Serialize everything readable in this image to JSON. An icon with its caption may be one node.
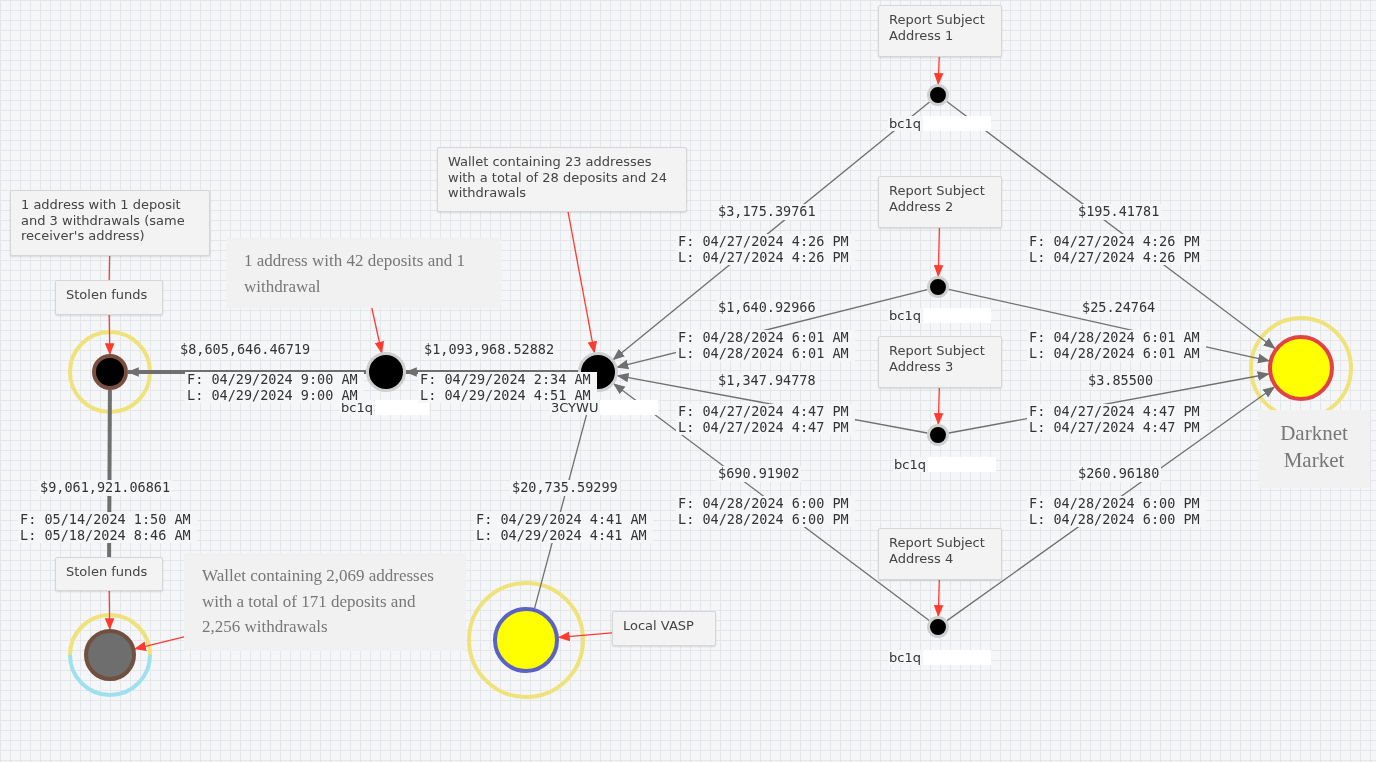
{
  "diagram": {
    "nodes": [
      {
        "text": [],
        "shape": "circle"
      },
      {
        "text": [],
        "shape": "circle",
        "beside": [
          "bc1q"
        ]
      },
      {
        "text": [],
        "shape": "circle",
        "beside": [
          "3CYWU"
        ]
      },
      {
        "text": [],
        "shape": "circle",
        "beside": [
          "bc1q"
        ]
      },
      {
        "text": [],
        "shape": "circle",
        "beside": [
          "bc1q"
        ]
      },
      {
        "text": [],
        "shape": "circle",
        "beside": [
          "bc1q"
        ]
      },
      {
        "text": [],
        "shape": "circle",
        "beside": [
          "bc1q"
        ]
      },
      {
        "text": [],
        "shape": "circle"
      },
      {
        "text": [],
        "shape": "circle"
      },
      {
        "text": [],
        "shape": "circle"
      },
      {
        "text": [
          "1 address with 1 deposit and 3 withdrawals (same receiver's address)"
        ]
      },
      {
        "text": [
          "Stolen funds"
        ]
      },
      {
        "text": [
          "1 address with 42 deposits and 1 withdrawal"
        ]
      },
      {
        "text": [
          "Wallet containing 23 addresses with a total of 28 deposits and 24 withdrawals"
        ]
      },
      {
        "text": [
          "Report Subject Address 1"
        ]
      },
      {
        "text": [
          "Report Subject Address 2"
        ]
      },
      {
        "text": [
          "Report Subject Address 3"
        ]
      },
      {
        "text": [
          "Report Subject Address 4"
        ]
      },
      {
        "text": [
          "Darknet Market"
        ]
      },
      {
        "text": [
          "Stolen funds"
        ]
      },
      {
        "text": [
          "Wallet containing 2,069 addresses with a total of 171 deposits and 2,256 withdrawals"
        ]
      },
      {
        "text": [
          "Local VASP"
        ]
      }
    ],
    "edges": [
      {
        "from": 1,
        "to": 0,
        "arrow": "to",
        "label": "$8,605,646.46719",
        "style": "thick"
      },
      {
        "from": 2,
        "to": 1,
        "arrow": "to",
        "label": "$1,093,968.52882",
        "style": "thick"
      },
      {
        "from": 3,
        "to": 2,
        "arrow": "to",
        "label": "$3,175.39761"
      },
      {
        "from": 4,
        "to": 2,
        "arrow": "to",
        "label": "$1,640.92966"
      },
      {
        "from": 5,
        "to": 2,
        "arrow": "to",
        "label": "$1,347.94778"
      },
      {
        "from": 6,
        "to": 2,
        "arrow": "to",
        "label": "$690.91902"
      },
      {
        "from": 3,
        "to": 7,
        "arrow": "to",
        "label": "$195.41781"
      },
      {
        "from": 4,
        "to": 7,
        "arrow": "to",
        "label": "$25.24764"
      },
      {
        "from": 5,
        "to": 7,
        "arrow": "to",
        "label": "$3.85500"
      },
      {
        "from": 6,
        "to": 7,
        "arrow": "to",
        "label": "$260.96180"
      },
      {
        "from": 9,
        "to": 2,
        "arrow": "to",
        "label": "$20,735.59299"
      },
      {
        "from": 0,
        "to": 19,
        "arrow": "none",
        "label": "$9,061,921.06861",
        "style": "thick"
      },
      {
        "from": 10,
        "to": 11,
        "arrow": "none",
        "color": "#ff3b30"
      },
      {
        "from": 11,
        "to": 0,
        "arrow": "to",
        "color": "#ff3b30"
      },
      {
        "from": 12,
        "to": 1,
        "arrow": "to",
        "color": "#ff3b30"
      },
      {
        "from": 13,
        "to": 2,
        "arrow": "to",
        "color": "#ff3b30"
      },
      {
        "from": 14,
        "to": 3,
        "arrow": "to",
        "color": "#ff3b30"
      },
      {
        "from": 15,
        "to": 4,
        "arrow": "to",
        "color": "#ff3b30"
      },
      {
        "from": 16,
        "to": 5,
        "arrow": "to",
        "color": "#ff3b30"
      },
      {
        "from": 17,
        "to": 6,
        "arrow": "to",
        "color": "#ff3b30"
      },
      {
        "from": 19,
        "to": 8,
        "arrow": "to",
        "color": "#ff3b30"
      },
      {
        "from": 20,
        "to": 8,
        "arrow": "to",
        "color": "#ff3b30"
      },
      {
        "from": 21,
        "to": 9,
        "arrow": "to",
        "color": "#ff3b30"
      }
    ],
    "labels": [
      "F: 04/29/2024 9:00 AM L: 04/29/2024 9:00 AM",
      "F: 04/29/2024 2:34 AM L: 04/29/2024 4:51 AM",
      "F: 04/27/2024 4:26 PM L: 04/27/2024 4:26 PM",
      "F: 04/28/2024 6:01 AM L: 04/28/2024 6:01 AM",
      "F: 04/27/2024 4:47 PM L: 04/27/2024 4:47 PM",
      "F: 04/28/2024 6:00 PM L: 04/28/2024 6:00 PM",
      "F: 04/27/2024 4:26 PM L: 04/27/2024 4:26 PM",
      "F: 04/28/2024 6:01 AM L: 04/28/2024 6:01 AM",
      "F: 04/27/2024 4:47 PM L: 04/27/2024 4:47 PM",
      "F: 04/28/2024 6:00 PM L: 04/28/2024 6:00 PM",
      "F: 04/29/2024 4:41 AM L: 04/29/2024 4:41 AM",
      "F: 05/14/2024 1:50 AM L: 05/18/2024 8:46 AM"
    ]
  }
}
